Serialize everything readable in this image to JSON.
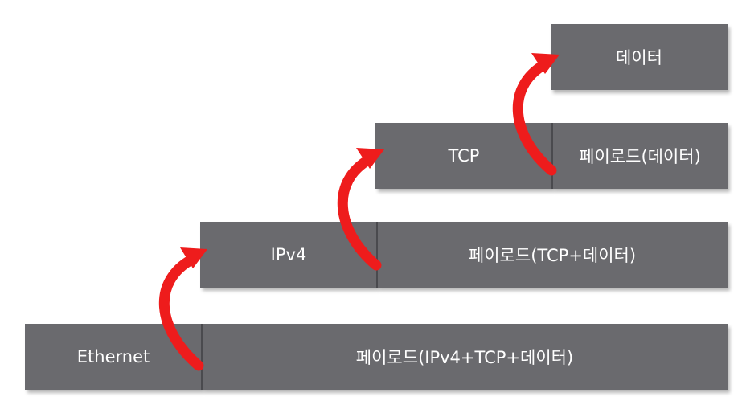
{
  "layers": {
    "data": {
      "label": "데이터"
    },
    "tcp": {
      "header": "TCP",
      "payload": "페이로드(데이터)"
    },
    "ipv4": {
      "header": "IPv4",
      "payload": "페이로드(TCP+데이터)"
    },
    "ethernet": {
      "header": "Ethernet",
      "payload": "페이로드(IPv4+TCP+데이터)"
    }
  },
  "colors": {
    "box": "#6a6a6e",
    "text": "#ffffff",
    "arrow": "#ee1c1c"
  }
}
